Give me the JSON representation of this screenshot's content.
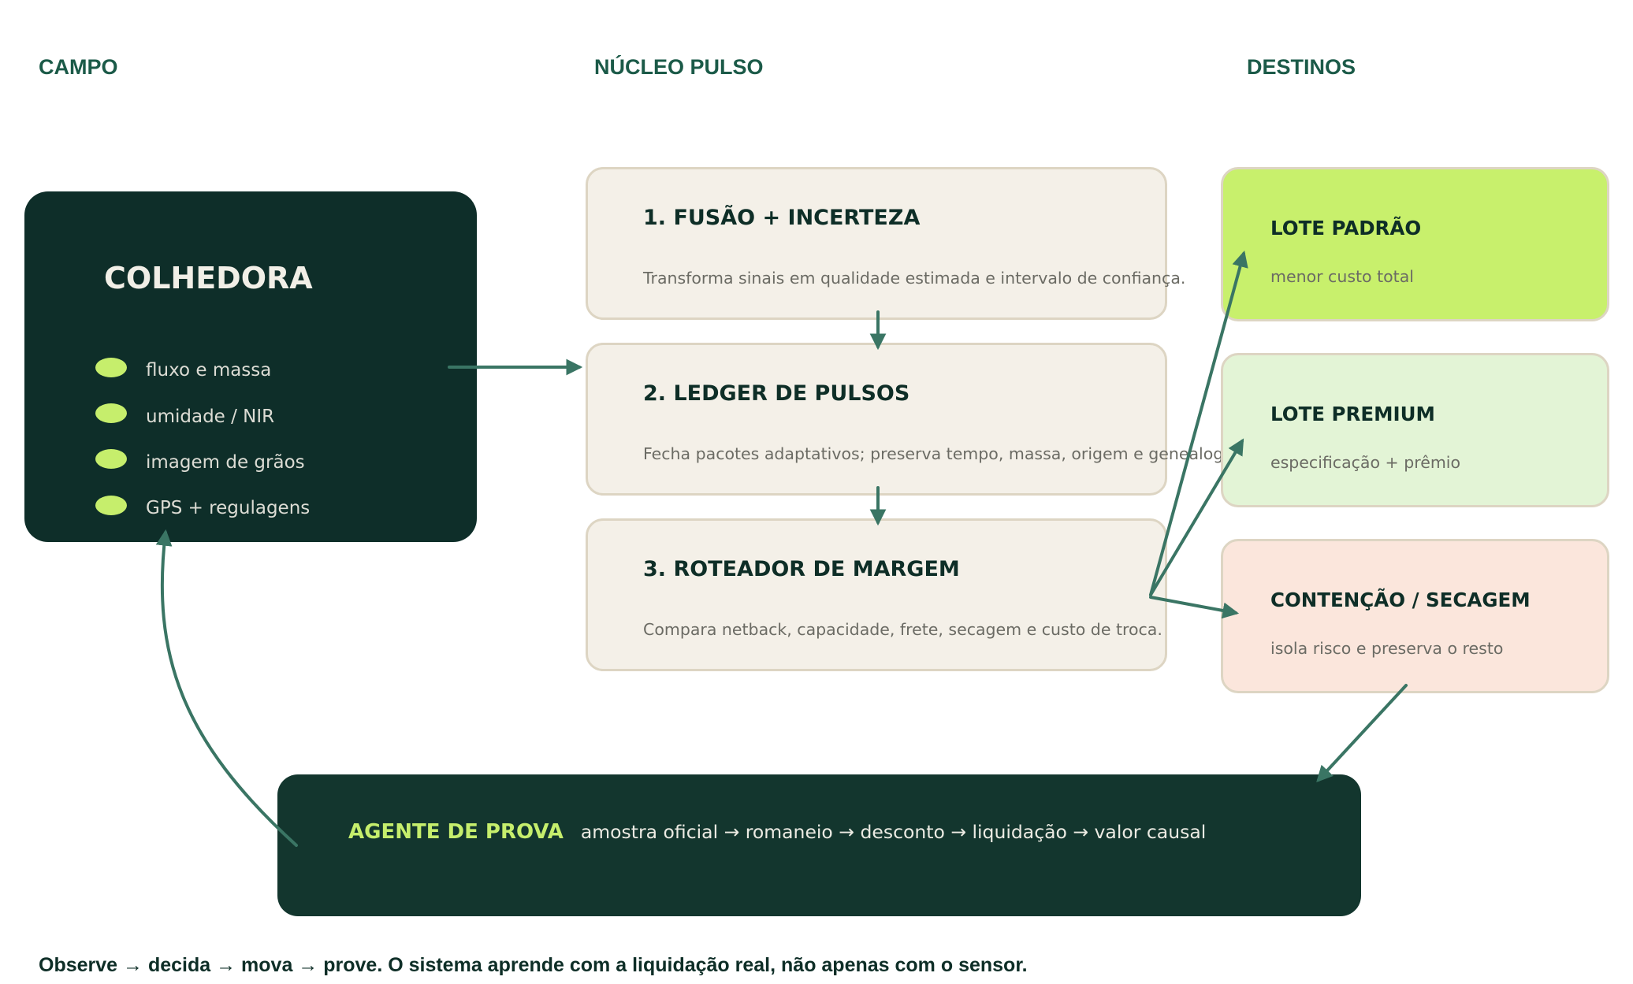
{
  "columns": {
    "campo": "CAMPO",
    "nucleo": "NÚCLEO PULSO",
    "destinos": "DESTINOS"
  },
  "harvester": {
    "title": "COLHEDORA",
    "sensors": [
      "fluxo e massa",
      "umidade / NIR",
      "imagem de grãos",
      "GPS + regulagens"
    ]
  },
  "steps": [
    {
      "title": "1. FUSÃO + INCERTEZA",
      "description": "Transforma sinais em qualidade estimada e intervalo de confiança."
    },
    {
      "title": "2. LEDGER DE PULSOS",
      "description": "Fecha pacotes adaptativos; preserva tempo, massa, origem e genealogia."
    },
    {
      "title": "3. ROTEADOR DE MARGEM",
      "description": "Compara netback, capacidade, frete, secagem e custo de troca."
    }
  ],
  "destinations": [
    {
      "title": "LOTE PADRÃO",
      "subtitle": "menor custo total",
      "color": "#c8f06c"
    },
    {
      "title": "LOTE PREMIUM",
      "subtitle": "especificação + prêmio",
      "color": "#e3f4d6"
    },
    {
      "title": "CONTENÇÃO / SECAGEM",
      "subtitle": "isola risco e preserva o resto",
      "color": "#fbe6dc"
    }
  ],
  "proof_agent": {
    "label": "AGENTE DE PROVA",
    "chain": "amostra oficial → romaneio → desconto → liquidação → valor causal"
  },
  "footer": "Observe → decida → mova → prove. O sistema aprende com a liquidação real, não apenas com o sensor.",
  "colors": {
    "dark_green": "#0e2e29",
    "accent_lime": "#c6ee6c",
    "arrow": "#3a7564",
    "card_cream": "#f4f0e8",
    "card_border": "#ddd5c3"
  }
}
